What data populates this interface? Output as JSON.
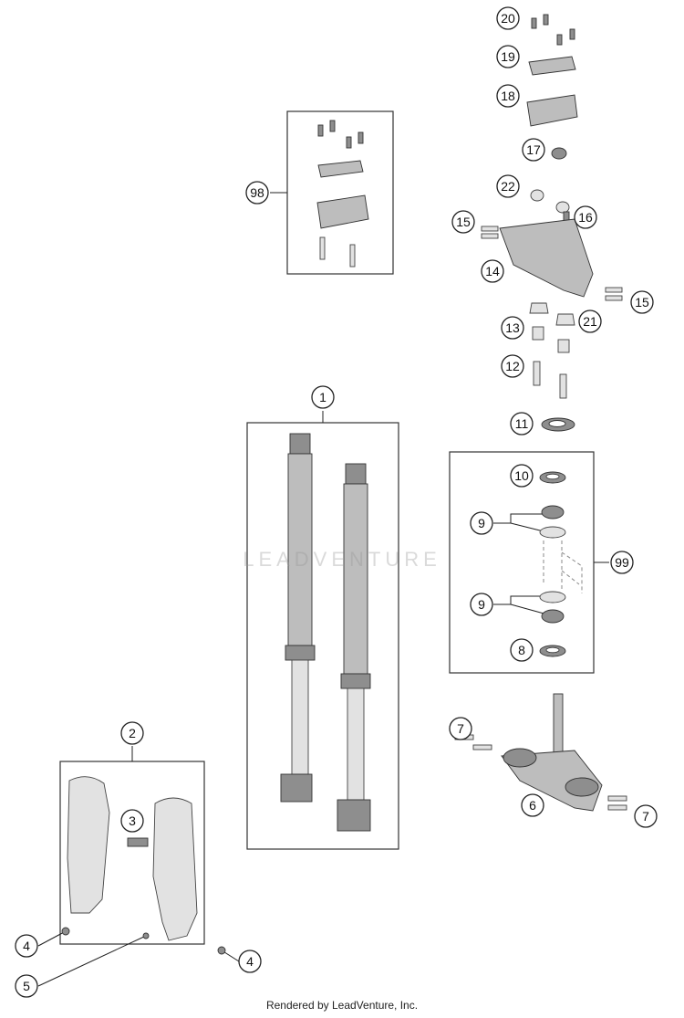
{
  "footer_text": "Rendered by LeadVenture, Inc.",
  "watermark_text": "LEADVENTURE",
  "callouts": [
    "20",
    "19",
    "18",
    "17",
    "22",
    "15",
    "16",
    "14",
    "15",
    "13",
    "21",
    "12",
    "11",
    "1",
    "10",
    "9",
    "99",
    "9",
    "8",
    "98",
    "2",
    "3",
    "7",
    "6",
    "7",
    "4",
    "4",
    "5"
  ]
}
